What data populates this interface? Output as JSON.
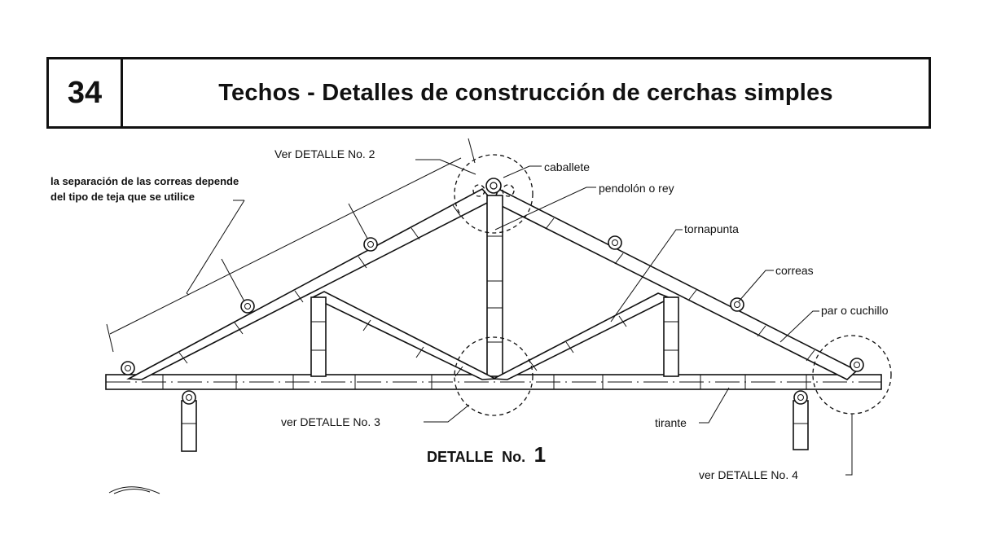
{
  "header": {
    "number": "34",
    "title": "Techos - Detalles de construcción de cerchas simples"
  },
  "labels": {
    "note_line1": "la separación de las correas depende",
    "note_line2": "del tipo de teja que se utilice",
    "detail2": "Ver DETALLE No. 2",
    "caballete": "caballete",
    "pendolon": "pendolón o rey",
    "tornapunta": "tornapunta",
    "correas": "correas",
    "par": "par o cuchillo",
    "detail3": "ver DETALLE  No. 3",
    "tirante": "tirante",
    "detail4": "ver DETALLE  No.  4"
  },
  "caption": {
    "prefix": "DETALLE",
    "no": "No.",
    "number": "1"
  }
}
